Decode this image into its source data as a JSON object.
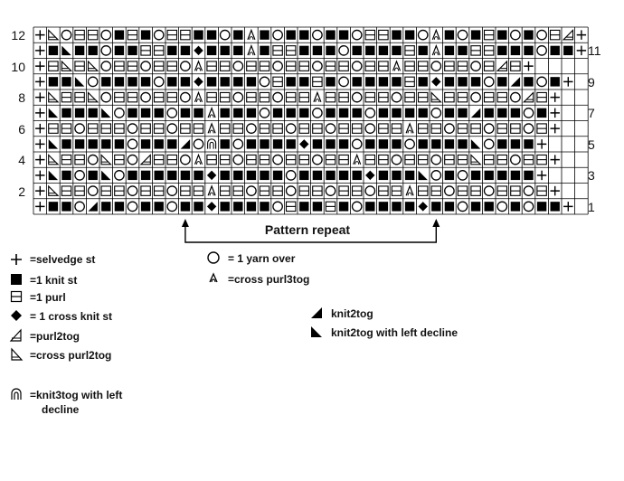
{
  "chart_rows_top_to_bottom": [
    "+ cp2 o pu pu o k pu k o pu pu k k o k cpu3 k o k k o k k o pu pu k k o cpu3 k o k pu k o k o pu p2 +",
    "+ k kl k k o k k pu pu k k m k k k cpu3 k pu pu k k k o k k k k pu k cpu3 k k pu pu k k k o k k +",
    "+ pu cp2 pu cp2 o pu pu o pu pu o cpu3 pu pu o pu pu o pu pu o pu pu o pu pu cpu3 pu pu o pu pu o pu p2 pu +",
    "+ k k kl o k k k k o k k m k k k k o pu k k pu k o k k k k pu k m k k k o k k2 k o k +",
    "+ cp2 pu pu cp2 o pu pu o pu pu o cpu3 pu pu o pu pu o pu pu cpu3 pu pu o pu pu o pu pu cp2 pu pu o pu pu o p2 pu +",
    "+ kl k k k kl o k k k o k k cpu3 k k k o k k k o k k k o k k k k o k k k2 k k k o k +",
    "+ pu pu o pu pu pu o pu pu o pu pu cpu3 pu pu o pu pu o pu pu o pu pu o pu pu cpu3 pu pu o pu pu o pu pu o pu +",
    "+ kl k k k k k o k k k k2 o k3 k o k k k k m k k k o k k k o k k k k kl o k k k +",
    "+ cp2 pu pu o cp2 pu o p2 pu pu o cpu3 pu pu o pu pu o pu pu o pu pu cpu3 pu pu o pu pu o pu pu cp2 pu pu o pu pu +",
    "+ kl k o k kl o k k k k k k m k k k k k o k k k k k m k k k kl o k o k k k k k +",
    "+ cp2 pu pu o pu pu o pu pu o pu pu cpu3 pu pu o pu pu o pu pu o pu pu o pu pu cpu3 pu pu o pu pu o pu pu o pu +",
    "+ k k o k2 k k o k k o k k m k k k k o pu k k pu k o k k k k m k k o k k o k o k k +"
  ],
  "row_numbers_left": [
    "12",
    "10",
    "8",
    "6",
    "4",
    "2"
  ],
  "row_numbers_right": [
    "11",
    "9",
    "7",
    "5",
    "3",
    "1"
  ],
  "repeat_label": "Pattern repeat",
  "legend": {
    "selvedge": "=selvedge st",
    "knit": "=1 knit st",
    "purl": "=1 purl",
    "cross_knit": "= 1 cross knit st",
    "purl2tog": "=purl2tog",
    "cross_purl2tog": "=cross purl2tog",
    "knit3tog_left": "=knit3tog with left",
    "knit3tog_left_2": "decline",
    "yarn_over": "= 1 yarn over",
    "cross_purl3tog": "=cross purl3tog",
    "knit2tog": "knit2tog",
    "knit2tog_left": "knit2tog with left decline"
  }
}
